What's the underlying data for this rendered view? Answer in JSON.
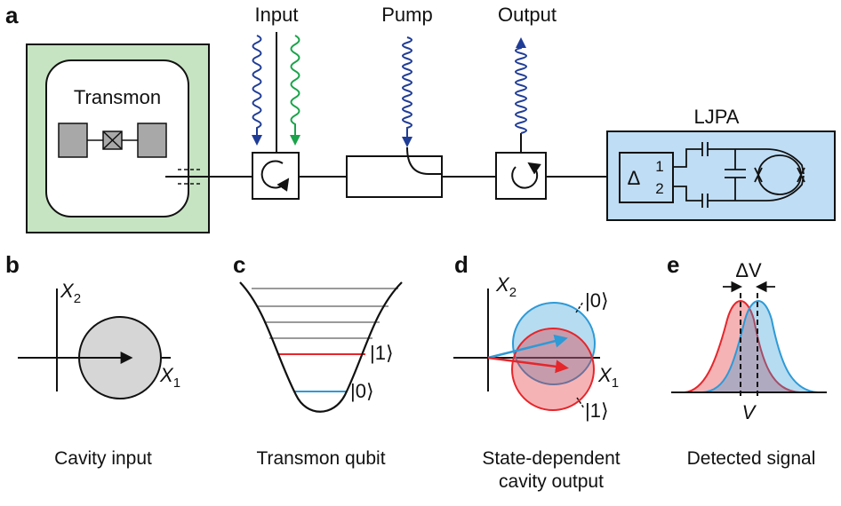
{
  "panels": {
    "a": "a",
    "b": "b",
    "c": "c",
    "d": "d",
    "e": "e"
  },
  "panel_a": {
    "transmon": "Transmon",
    "input": "Input",
    "pump": "Pump",
    "output": "Output",
    "ljpa": "LJPA",
    "delta": "Δ",
    "port1": "1",
    "port2": "2"
  },
  "panel_b": {
    "axis_x_main": "X",
    "axis_x_sub": "1",
    "axis_y_main": "X",
    "axis_y_sub": "2",
    "caption": "Cavity input"
  },
  "panel_c": {
    "state1": "|1⟩",
    "state0": "|0⟩",
    "caption": "Transmon qubit"
  },
  "panel_d": {
    "axis_x_main": "X",
    "axis_x_sub": "1",
    "axis_y_main": "X",
    "axis_y_sub": "2",
    "state0": "|0⟩",
    "state1": "|1⟩",
    "caption_line1": "State-dependent",
    "caption_line2": "cavity output"
  },
  "panel_e": {
    "delta_v": "ΔV",
    "v": "V",
    "caption": "Detected signal"
  },
  "colors": {
    "green_box": "#c6e3c2",
    "blue_box": "#bfddf4",
    "wave_blue": "#1f3c96",
    "wave_green": "#1aa34a",
    "red": "#e5262b",
    "light_blue": "#2e9ad6",
    "gray_fill": "#d6d6d6",
    "level_gray": "#9a9a9a",
    "chip_gray": "#a8a8a8"
  }
}
